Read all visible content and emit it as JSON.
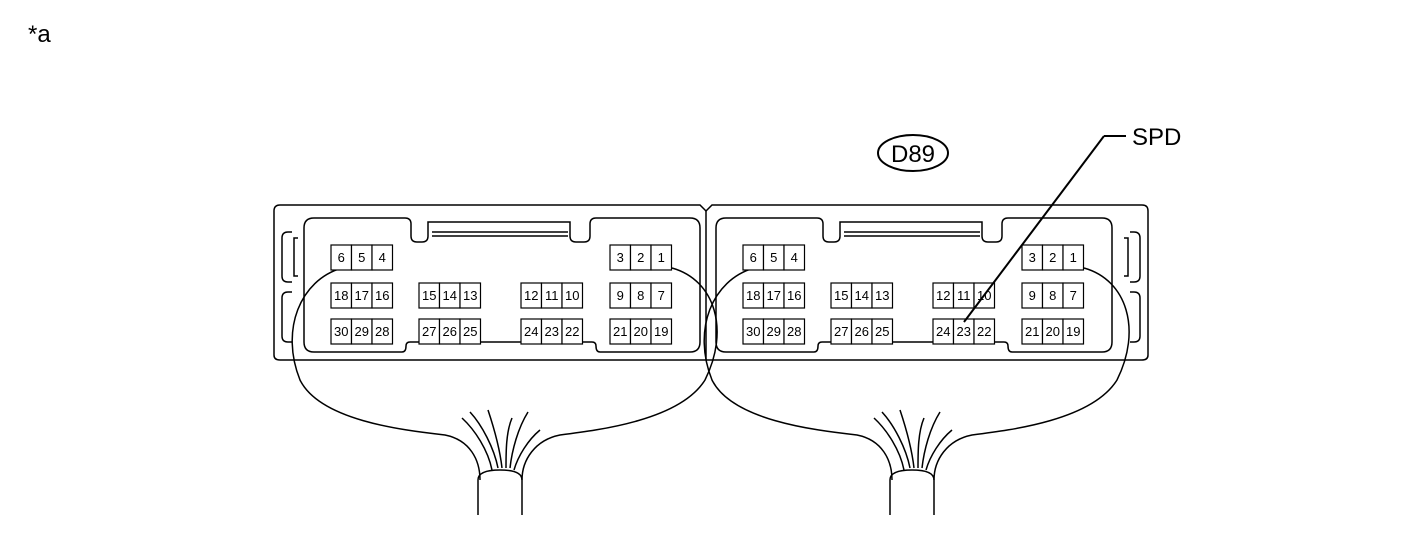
{
  "figure_label": "*a",
  "connector_id": "D89",
  "callout": {
    "label": "SPD",
    "target_pin": "23"
  },
  "connector": {
    "halves": [
      {
        "name": "left",
        "pin_groups": [
          {
            "rows": [
              [
                "6",
                "5",
                "4"
              ],
              [
                "18",
                "17",
                "16"
              ],
              [
                "30",
                "29",
                "28"
              ]
            ]
          },
          {
            "rows": [
              [],
              [
                "15",
                "14",
                "13"
              ],
              [
                "27",
                "26",
                "25"
              ]
            ]
          },
          {
            "rows": [
              [],
              [
                "12",
                "11",
                "10"
              ],
              [
                "24",
                "23",
                "22"
              ]
            ]
          },
          {
            "rows": [
              [
                "3",
                "2",
                "1"
              ],
              [
                "9",
                "8",
                "7"
              ],
              [
                "21",
                "20",
                "19"
              ]
            ]
          }
        ]
      },
      {
        "name": "right",
        "pin_groups": [
          {
            "rows": [
              [
                "6",
                "5",
                "4"
              ],
              [
                "18",
                "17",
                "16"
              ],
              [
                "30",
                "29",
                "28"
              ]
            ]
          },
          {
            "rows": [
              [],
              [
                "15",
                "14",
                "13"
              ],
              [
                "27",
                "26",
                "25"
              ]
            ]
          },
          {
            "rows": [
              [],
              [
                "12",
                "11",
                "10"
              ],
              [
                "24",
                "23",
                "22"
              ]
            ]
          },
          {
            "rows": [
              [
                "3",
                "2",
                "1"
              ],
              [
                "9",
                "8",
                "7"
              ],
              [
                "21",
                "20",
                "19"
              ]
            ]
          }
        ]
      }
    ]
  }
}
